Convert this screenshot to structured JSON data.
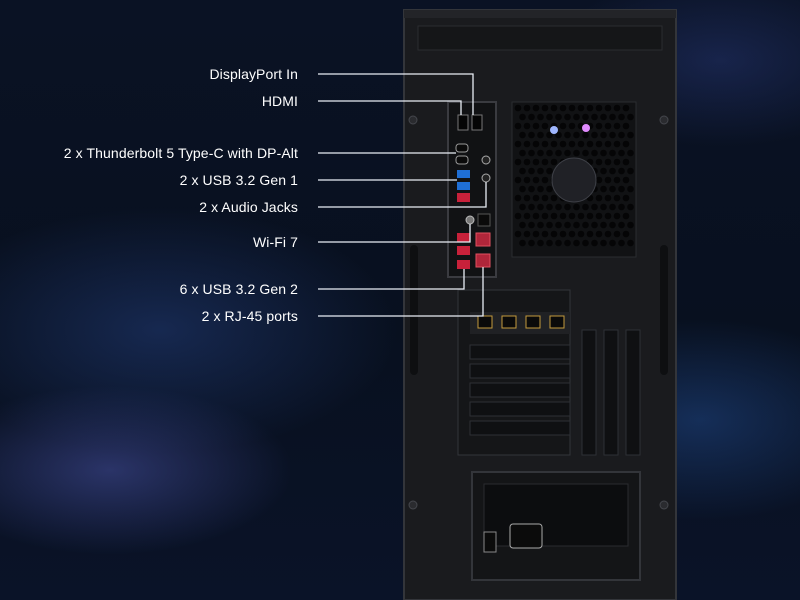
{
  "callouts": [
    {
      "id": "displayport-in",
      "text": "DisplayPort In"
    },
    {
      "id": "hdmi",
      "text": "HDMI"
    },
    {
      "id": "thunderbolt",
      "text": "2 x Thunderbolt 5 Type-C with DP-Alt"
    },
    {
      "id": "usb32gen1",
      "text": "2 x USB 3.2 Gen 1"
    },
    {
      "id": "audio-jacks",
      "text": "2 x Audio Jacks"
    },
    {
      "id": "wifi7",
      "text": "Wi-Fi 7"
    },
    {
      "id": "usb32gen2",
      "text": "6 x USB 3.2 Gen 2"
    },
    {
      "id": "rj45",
      "text": "2 x RJ-45 ports"
    }
  ],
  "colors": {
    "case": "#1b1c1f",
    "case_edge": "#3a3b40",
    "usb_blue": "#1f6fd6",
    "usb_red": "#c8213a",
    "leader_line": "#e9eef5"
  }
}
